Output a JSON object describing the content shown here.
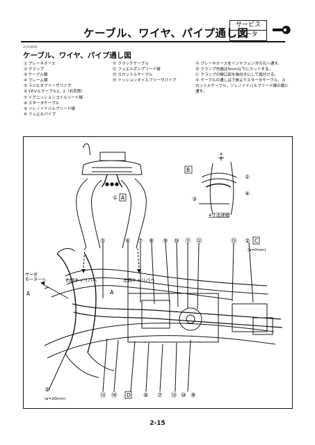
{
  "header": {
    "title": "ケーブル、ワイヤ、パイプ通し図",
    "box_line1": "サービス",
    "box_line2": "データ"
  },
  "doc_code": "2CA3000",
  "section_title": "ケーブル、ワイヤ、パイプ通し図",
  "legend_col1": [
    "① ブレーキホース",
    "② クランプ",
    "③ ケーブル類",
    "④ フレーム類",
    "⑤ ラジエタブリーザパイプ",
    "⑥ Y.P.V.S.ケーブル1，2（右気筒）",
    "⑦ イグニッションコイルリード線",
    "⑧ スタータケーブル",
    "⑨ ソレノイドバルブリード線",
    "⑩ フュエルパイプ"
  ],
  "legend_col2": [
    "⑪ クラッチケーブル",
    "⑫ フュエルポンプリード線",
    "⑬ スロットルケーブル",
    "⑭ ミッションオイルブリーザパイプ"
  ],
  "notes": [
    "Ⓐ ブレーキホースをインナフェンダの孔へ通す。",
    "Ⓑ クランプ先端は5mm以下にカットする。",
    "Ⓒ クランプの開口部を後向きにして縦付ける。",
    "Ⓓ ケーブルの通しは下側よりスタータケーブル、スロットルケーブル、ソレノイドバルブリード線の順に通す。"
  ],
  "diagram": {
    "label_right_caliper": "右側キャリパへ",
    "label_left_caliper": "左側キャリパへ",
    "label_A": "A",
    "label_detail": "a寸法詳細",
    "label_a_small": "a",
    "label_B": "B",
    "label_C": "C",
    "label_D": "D",
    "label_servo_motor_1": "サーボ",
    "label_servo_motor_2": "モーターへ",
    "label_a0": "(a=0mm)",
    "label_a20": "(a=20mm)",
    "callouts_top": [
      "⑤",
      "⑥",
      "⑦",
      "⑧",
      "⑨",
      "⑩",
      "⑪",
      "⑫",
      "⑬",
      "②"
    ],
    "callouts_bottom": [
      "⑬",
      "⑭",
      "⑥",
      "⑦",
      "⑬",
      "⑩",
      "⑨"
    ],
    "callout_upper_1": "①",
    "callout_detail_2": "②",
    "callout_detail_3": "③",
    "callout_detail_4": "④",
    "callout_left_2": "②"
  },
  "page_number": "2-15"
}
